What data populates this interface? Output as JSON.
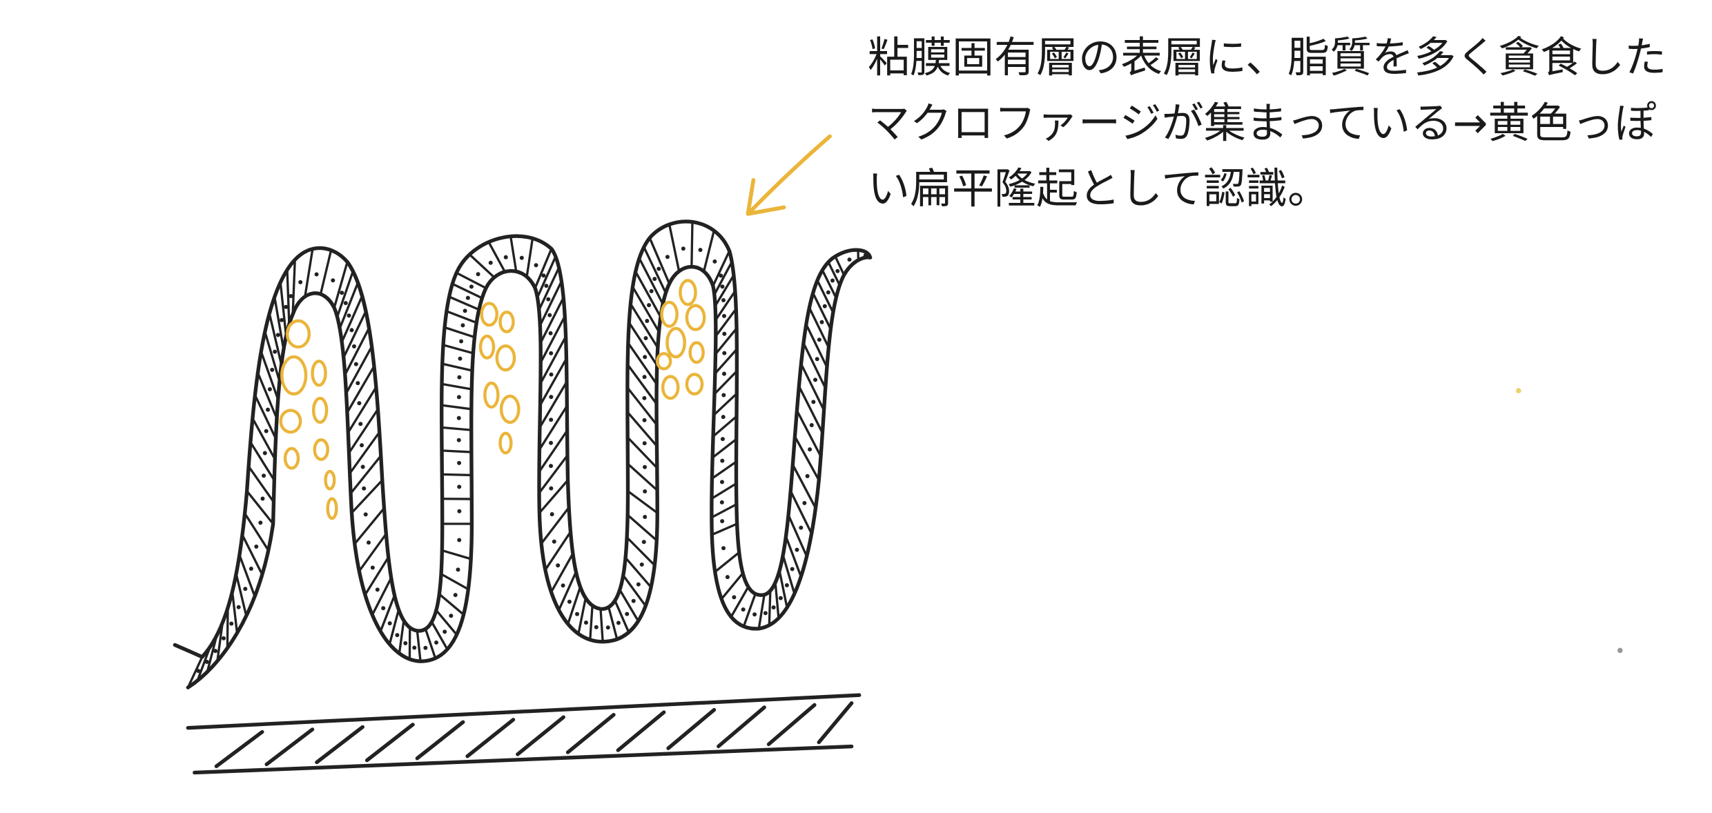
{
  "annotation": {
    "lines": [
      "粘膜固有層の表層に、脂質を多く貪食した",
      "マクロファージが集まっている→黄色っぽ",
      "い扁平隆起として認識。"
    ]
  },
  "colors": {
    "ink": "#222222",
    "macrophage": "#EBB53A",
    "background": "#FFFFFF",
    "text": "#1A1A1A"
  }
}
